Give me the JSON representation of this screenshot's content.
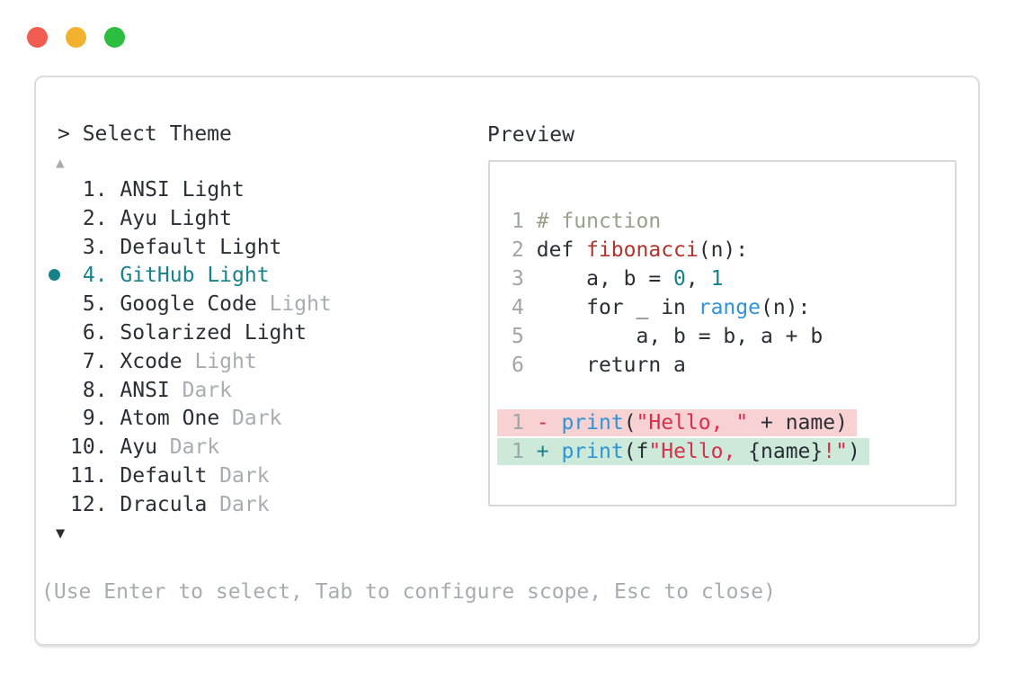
{
  "window": {
    "traffic_lights": [
      {
        "name": "close",
        "color": "#f25d52"
      },
      {
        "name": "minimize",
        "color": "#f2b230"
      },
      {
        "name": "zoom",
        "color": "#2cbe3f"
      }
    ]
  },
  "colors": {
    "code": "#2a2f36",
    "dim": "#a8acb1",
    "lnum": "#a0a5aa",
    "accent": "#17828a",
    "comment": "#9aa08c",
    "func": "#b0342c",
    "builtin": "#2e94d6",
    "number": "#17828a",
    "string": "#d72f4e",
    "removed_sign": "#d72f4e",
    "added_sign": "#17828a",
    "removed_bg": "#f8d1d3",
    "added_bg": "#cce9d9"
  },
  "theme_picker": {
    "prompt": "> Select Theme",
    "scroll_up_symbol": "▲",
    "scroll_down_symbol": "▼",
    "items": [
      {
        "number": " 1.",
        "name": "ANSI Light",
        "suffix": "",
        "selected": false
      },
      {
        "number": " 2.",
        "name": "Ayu Light",
        "suffix": "",
        "selected": false
      },
      {
        "number": " 3.",
        "name": "Default Light",
        "suffix": "",
        "selected": false
      },
      {
        "number": " 4.",
        "name": "GitHub Light",
        "suffix": "",
        "selected": true
      },
      {
        "number": " 5.",
        "name": "Google Code",
        "suffix": "Light",
        "selected": false
      },
      {
        "number": " 6.",
        "name": "Solarized Light",
        "suffix": "",
        "selected": false
      },
      {
        "number": " 7.",
        "name": "Xcode",
        "suffix": "Light",
        "selected": false
      },
      {
        "number": " 8.",
        "name": "ANSI",
        "suffix": "Dark",
        "selected": false
      },
      {
        "number": " 9.",
        "name": "Atom One",
        "suffix": "Dark",
        "selected": false
      },
      {
        "number": "10.",
        "name": "Ayu",
        "suffix": "Dark",
        "selected": false
      },
      {
        "number": "11.",
        "name": "Default",
        "suffix": "Dark",
        "selected": false
      },
      {
        "number": "12.",
        "name": "Dracula",
        "suffix": "Dark",
        "selected": false
      }
    ],
    "help_text": "(Use Enter to select, Tab to configure scope, Esc to close)"
  },
  "preview": {
    "title": "Preview",
    "lines": [
      {
        "n": "1",
        "t": [
          [
            "# function",
            "comment"
          ]
        ]
      },
      {
        "n": "2",
        "t": [
          [
            "def ",
            "code"
          ],
          [
            "fibonacci",
            "func"
          ],
          [
            "(n):",
            "code"
          ]
        ]
      },
      {
        "n": "3",
        "t": [
          [
            "    a, b = ",
            "code"
          ],
          [
            "0",
            "number"
          ],
          [
            ", ",
            "code"
          ],
          [
            "1",
            "number"
          ]
        ]
      },
      {
        "n": "4",
        "t": [
          [
            "    for _ in ",
            "code"
          ],
          [
            "range",
            "builtin"
          ],
          [
            "(n):",
            "code"
          ]
        ]
      },
      {
        "n": "5",
        "t": [
          [
            "        a, b = b, a + b",
            "code"
          ]
        ]
      },
      {
        "n": "6",
        "t": [
          [
            "    return a",
            "code"
          ]
        ]
      },
      {
        "blank": true
      },
      {
        "n": "1",
        "diff": "removed",
        "sign": "-",
        "t": [
          [
            "print",
            "builtin"
          ],
          [
            "(",
            "code"
          ],
          [
            "\"Hello, \"",
            "string"
          ],
          [
            " + name)",
            "code"
          ]
        ]
      },
      {
        "n": "1",
        "diff": "added",
        "sign": "+",
        "t": [
          [
            "print",
            "builtin"
          ],
          [
            "(f",
            "code"
          ],
          [
            "\"Hello, ",
            "string"
          ],
          [
            "{name}",
            "code"
          ],
          [
            "!\"",
            "string"
          ],
          [
            ")",
            "code"
          ]
        ]
      }
    ]
  }
}
